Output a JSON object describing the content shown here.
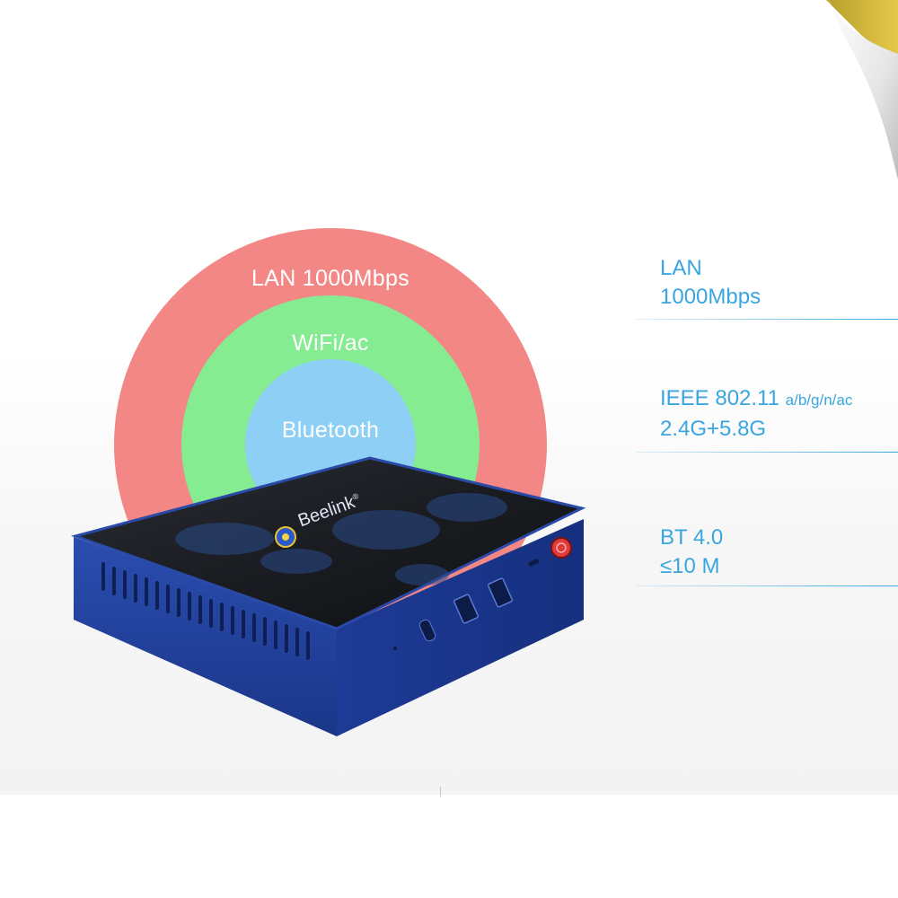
{
  "rings": {
    "outer_label": "LAN 1000Mbps",
    "middle_label": "WiFi/ac",
    "inner_label": "Bluetooth",
    "colors": {
      "outer": "#f38786",
      "middle": "#86ec92",
      "inner": "#8dcff5"
    }
  },
  "specs": [
    {
      "line1": "LAN",
      "line2": "1000Mbps"
    },
    {
      "line1_main": "IEEE 802.11 ",
      "line1_small": "a/b/g/n/ac",
      "line2": "2.4G+5.8G"
    },
    {
      "line1": "BT 4.0",
      "line2": "≤10 M"
    }
  ],
  "device": {
    "brand": "Beelink",
    "brand_mark": "®",
    "body_color": "#1f3d9a",
    "power_button_color": "#e23a3a"
  },
  "accent_color": "#3aa6e0"
}
